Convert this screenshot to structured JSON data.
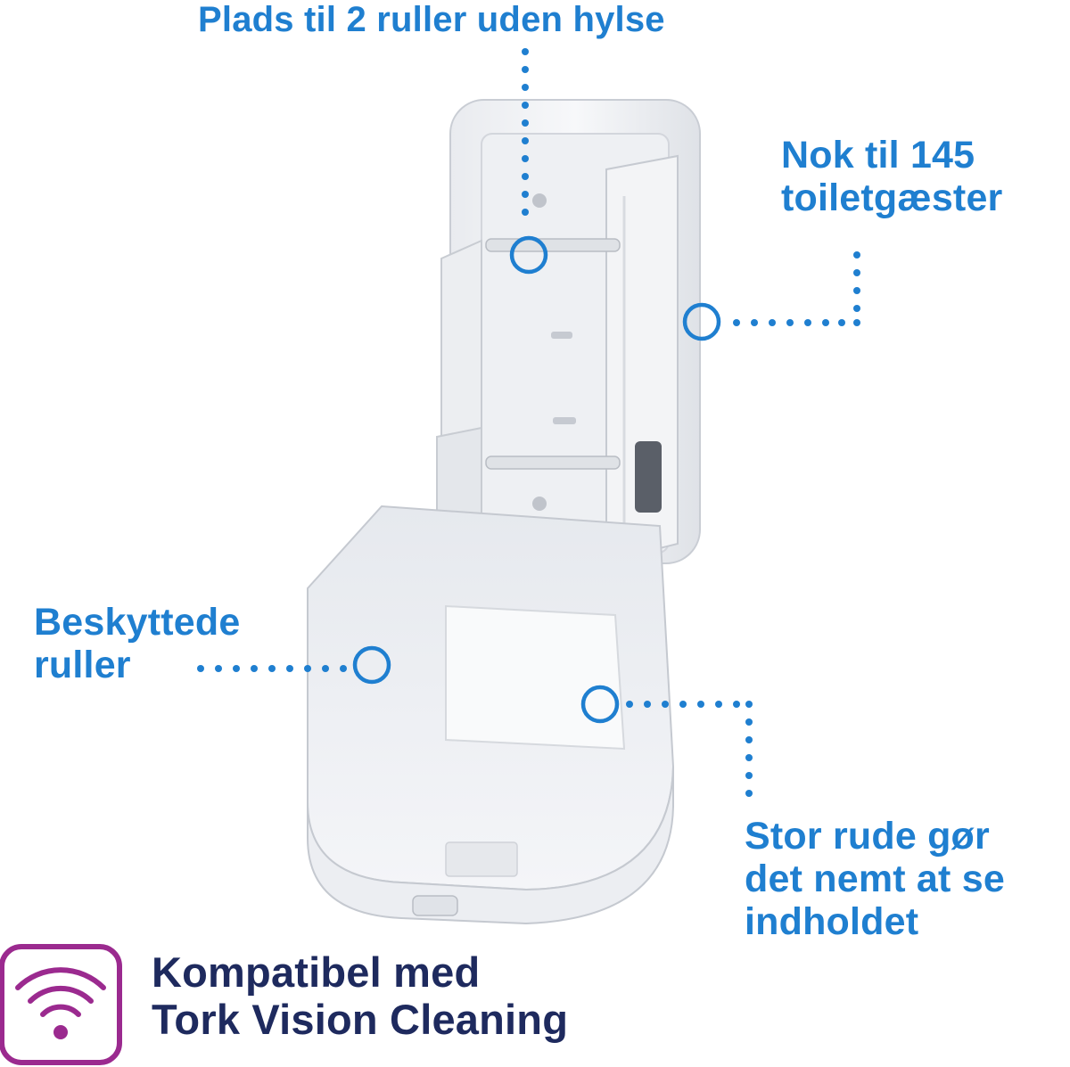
{
  "callouts": {
    "top": "Plads til 2 ruller uden hylse",
    "right": [
      "Nok til 145",
      "toiletgæster"
    ],
    "left": [
      "Beskyttede",
      "ruller"
    ],
    "bottom": [
      "Stor rude gør",
      "det nemt at se",
      "indholdet"
    ]
  },
  "badge": {
    "icon": "wifi-icon",
    "lines": [
      "Kompatibel med",
      "Tork Vision Cleaning"
    ]
  },
  "colors": {
    "callout_blue": "#1f7fd0",
    "badge_text": "#1e2a5e",
    "badge_purple": "#9b2a8f"
  }
}
